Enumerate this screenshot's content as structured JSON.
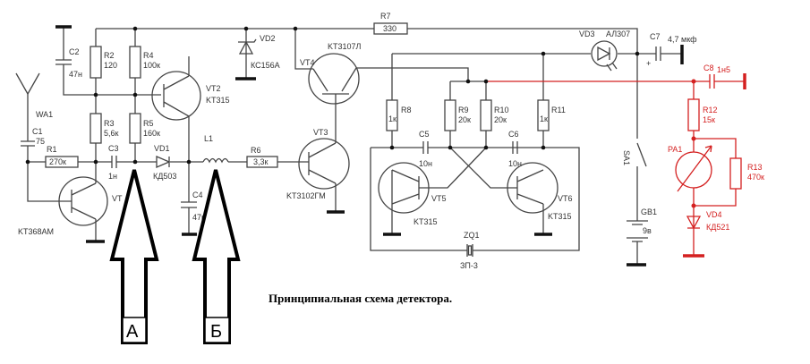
{
  "caption": "Принципиальная схема детектора.",
  "arrows": {
    "a": "А",
    "b": "Б"
  },
  "components": {
    "WA1": {
      "ref": "WA1"
    },
    "C1": {
      "ref": "C1",
      "value": "75"
    },
    "C2": {
      "ref": "C2",
      "value": "47н"
    },
    "C3": {
      "ref": "C3",
      "value": "1н"
    },
    "C4": {
      "ref": "C4",
      "value": "47к"
    },
    "C5": {
      "ref": "C5",
      "value": "10н"
    },
    "C6": {
      "ref": "C6",
      "value": "10н"
    },
    "C7": {
      "ref": "C7",
      "value": "4,7 мкф",
      "polarity": "+"
    },
    "C8": {
      "ref": "C8",
      "value": "1н5"
    },
    "R1": {
      "ref": "R1",
      "value": "270к"
    },
    "R2": {
      "ref": "R2",
      "value": "120"
    },
    "R3": {
      "ref": "R3",
      "value": "5,6к"
    },
    "R4": {
      "ref": "R4",
      "value": "100к"
    },
    "R5": {
      "ref": "R5",
      "value": "160к"
    },
    "R6": {
      "ref": "R6",
      "value": "3,3к"
    },
    "R7": {
      "ref": "R7",
      "value": "330"
    },
    "R8": {
      "ref": "R8",
      "value": "1к"
    },
    "R9": {
      "ref": "R9",
      "value": "20к"
    },
    "R10": {
      "ref": "R10",
      "value": "20к"
    },
    "R11": {
      "ref": "R11",
      "value": "1к"
    },
    "R12": {
      "ref": "R12",
      "value": "15к"
    },
    "R13": {
      "ref": "R13",
      "value": "470к"
    },
    "VT1": {
      "ref": "VT",
      "value": "KT368AM"
    },
    "VT2": {
      "ref": "VT2",
      "value": "KT315"
    },
    "VT3": {
      "ref": "VT3",
      "value": "KT3102ГМ"
    },
    "VT4": {
      "ref": "VT4",
      "value": "KT3107Л"
    },
    "VT5": {
      "ref": "VT5",
      "value": "KT315"
    },
    "VT6": {
      "ref": "VT6",
      "value": "KT315"
    },
    "VD1": {
      "ref": "VD1",
      "value": "КД503"
    },
    "VD2": {
      "ref": "VD2",
      "value": "КС156А"
    },
    "VD3": {
      "ref": "VD3",
      "value": "АЛ307"
    },
    "VD4": {
      "ref": "VD4",
      "value": "КД521"
    },
    "L1": {
      "ref": "L1"
    },
    "ZQ1": {
      "ref": "ZQ1",
      "value": "ЗП-3"
    },
    "SA1": {
      "ref": "SA1"
    },
    "GB1": {
      "ref": "GB1",
      "value": "9в"
    },
    "PA1": {
      "ref": "PA1"
    }
  },
  "colors": {
    "wire": "#444444",
    "indicator_section": "#d42020"
  }
}
